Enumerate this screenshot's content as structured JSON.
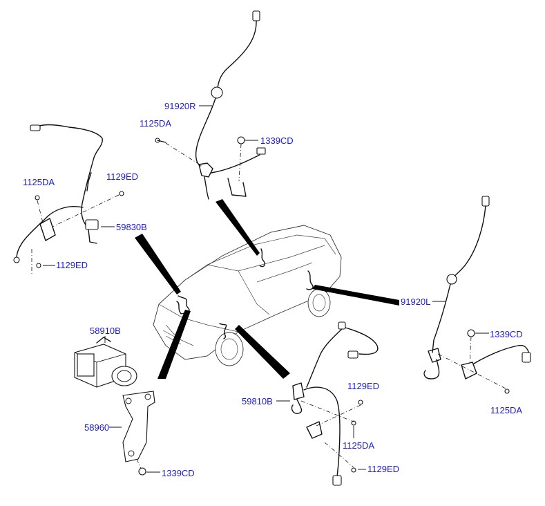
{
  "labels": {
    "sensor_rear_right": "91920R",
    "bolt_rear_right": "1125DA",
    "nut_rear_right": "1339CD",
    "bolt_front_left_a": "1125DA",
    "bolt_front_left_b": "1129ED",
    "sensor_front_left": "59830B",
    "bolt_front_left_c": "1129ED",
    "sensor_rear_left": "91920L",
    "nut_rear_left": "1339CD",
    "bolt_rear_left": "1125DA",
    "abs_module": "58910B",
    "bracket": "58960",
    "nut_bracket": "1339CD",
    "bolt_front_right_a": "1129ED",
    "sensor_front_right": "59810B",
    "bolt_front_right_b": "1125DA",
    "bolt_front_right_c": "1129ED"
  },
  "colors": {
    "label_text": "#1a1ad6",
    "line": "#111111",
    "background": "#ffffff"
  }
}
